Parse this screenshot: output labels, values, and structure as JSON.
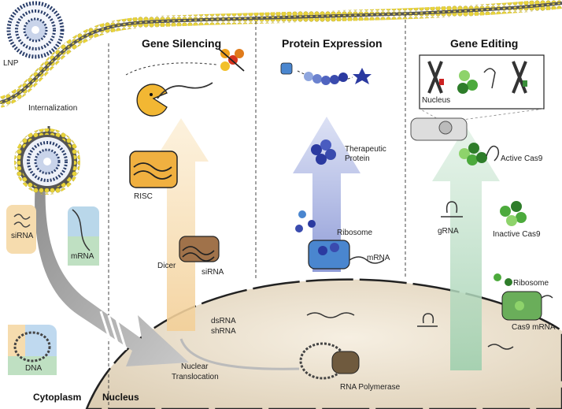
{
  "sections": {
    "gene_silencing": "Gene Silencing",
    "protein_expression": "Protein Expression",
    "gene_editing": "Gene Editing"
  },
  "labels": {
    "lnp": "LNP",
    "internalization": "Internalization",
    "sirna_left": "siRNA",
    "mrna_left": "mRNA",
    "dna": "DNA",
    "risc": "RISC",
    "dicer": "Dicer",
    "sirna_dicer": "siRNA",
    "dsrna": "dsRNA",
    "shrna": "shRNA",
    "therapeutic_1": "Therapeutic",
    "therapeutic_2": "Protein",
    "ribosome_mid": "Ribosome",
    "mrna_mid": "mRNA",
    "nuclear_1": "Nuclear",
    "nuclear_2": "Translocation",
    "rna_polymerase": "RNA Polymerase",
    "nucleus_inset": "Nucleus",
    "active_cas9": "Active Cas9",
    "grna": "gRNA",
    "inactive_cas9": "Inactive Cas9",
    "ribosome_right": "Ribosome",
    "cas9_mrna": "Cas9 mRNA",
    "cytoplasm": "Cytoplasm",
    "nucleus": "Nucleus"
  },
  "colors": {
    "membrane_yellow": "#e8d33a",
    "membrane_dark": "#3d3d3d",
    "silencing_arrow": "#f6dcae",
    "expression_arrow": "#b9c2e6",
    "editing_arrow": "#c8e2cf",
    "nucleus_fill": "#ece1cf",
    "gray_arrow": "#a9a9a9",
    "risc_orange": "#f0b040",
    "dicer_brown": "#a0724a",
    "ribosome_blue": "#4a86cf",
    "cas9_green": "#4caa3c",
    "protein_blue": "#2b3aa0"
  }
}
